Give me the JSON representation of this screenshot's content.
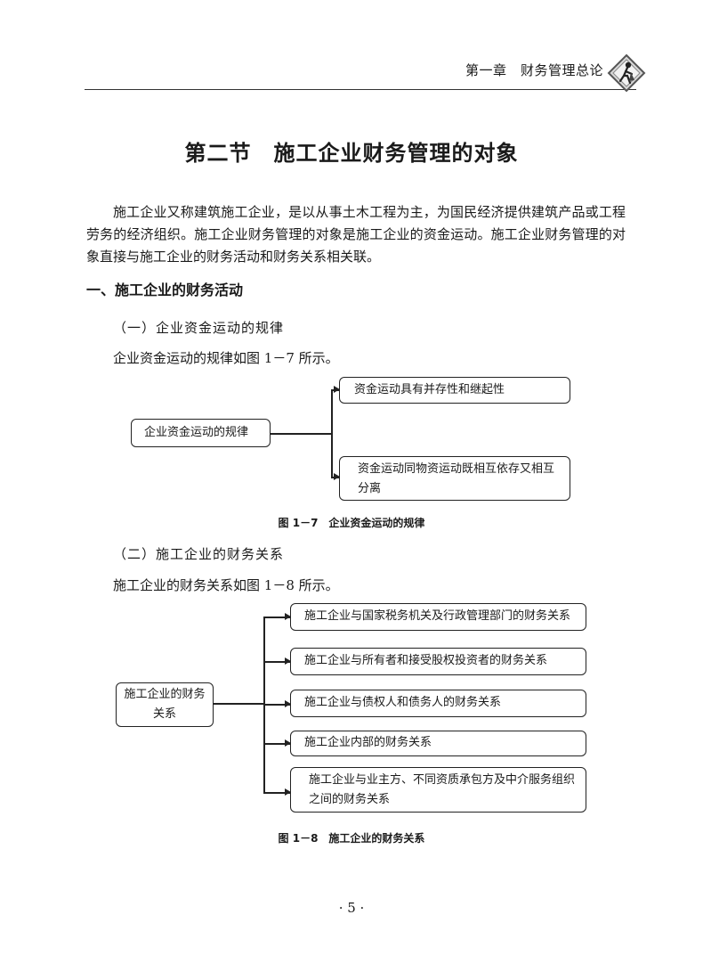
{
  "header": {
    "running_title": "第一章　财务管理总论",
    "emblem_icon": "construction-worker-diamond-icon"
  },
  "section": {
    "title": "第二节　施工企业财务管理的对象"
  },
  "intro_paragraph": "施工企业又称建筑施工企业，是以从事土木工程为主，为国民经济提供建筑产品或工程劳务的经济组织。施工企业财务管理的对象是施工企业的资金运动。施工企业财务管理的对象直接与施工企业的财务活动和财务关系相关联。",
  "heading_1": "一、施工企业的财务活动",
  "subsection_1": {
    "heading": "（一）企业资金运动的规律",
    "lead": "企业资金运动的规律如图 1－7 所示。",
    "diagram": {
      "root": "企业资金运动的规律",
      "branches": [
        "资金运动具有并存性和继起性",
        "资金运动同物资运动既相互依存又相互分离"
      ]
    },
    "caption": "图 1－7　企业资金运动的规律"
  },
  "subsection_2": {
    "heading": "（二）施工企业的财务关系",
    "lead": "施工企业的财务关系如图 1－8 所示。",
    "diagram": {
      "root": "施工企业的财务关系",
      "branches": [
        "施工企业与国家税务机关及行政管理部门的财务关系",
        "施工企业与所有者和接受股权投资者的财务关系",
        "施工企业与债权人和债务人的财务关系",
        "施工企业内部的财务关系",
        "施工企业与业主方、不同资质承包方及中介服务组织之间的财务关系"
      ]
    },
    "caption": "图 1－8　施工企业的财务关系"
  },
  "page_number": "· 5 ·"
}
